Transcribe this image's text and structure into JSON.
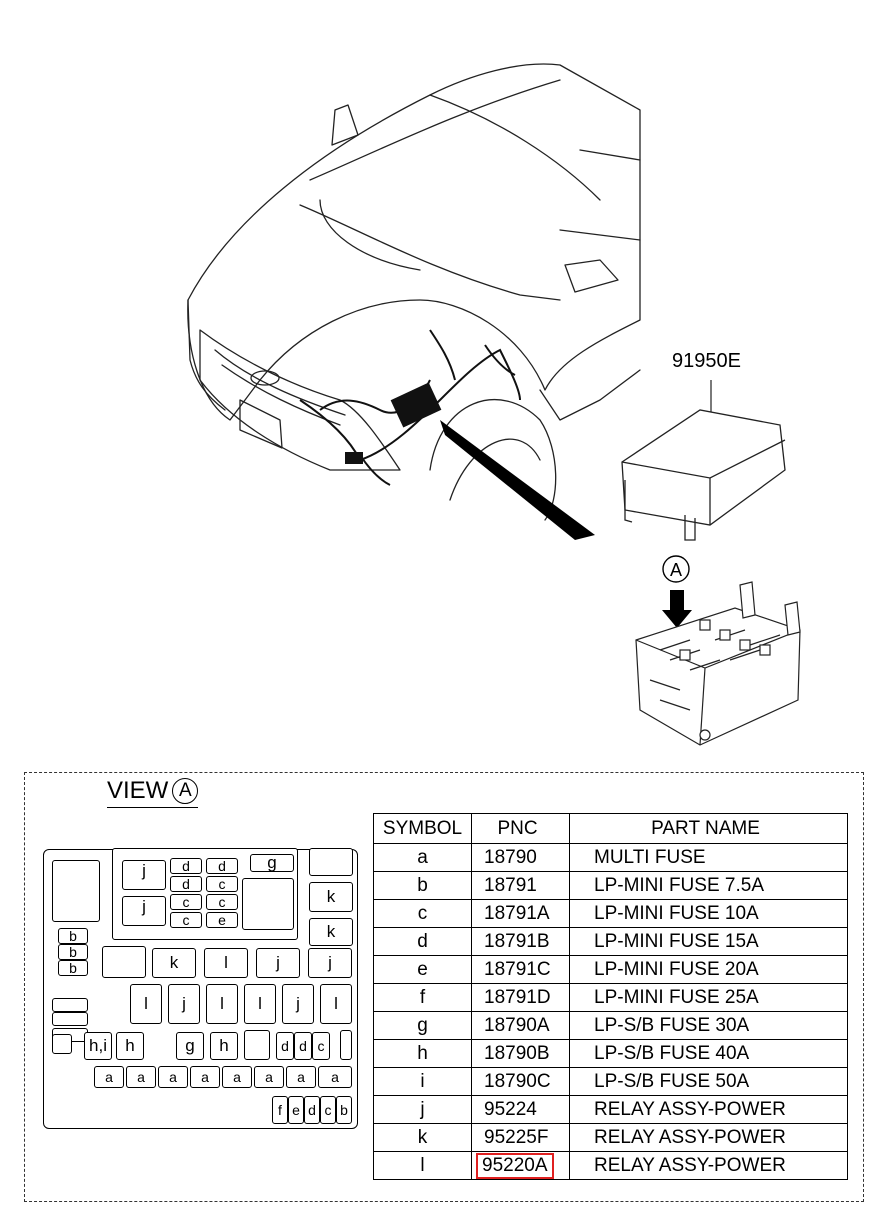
{
  "diagram": {
    "callout_label": "91950E",
    "view_marker": "A"
  },
  "view_panel": {
    "title": "VIEW",
    "marker": "A",
    "fuse_box_cells": [
      {
        "label": "j"
      },
      {
        "label": "j"
      },
      {
        "label": "d"
      },
      {
        "label": "d"
      },
      {
        "label": "d"
      },
      {
        "label": "c"
      },
      {
        "label": "c"
      },
      {
        "label": "c"
      },
      {
        "label": "c"
      },
      {
        "label": "e"
      },
      {
        "label": "g"
      },
      {
        "label": "k"
      },
      {
        "label": "k"
      },
      {
        "label": "b"
      },
      {
        "label": "b"
      },
      {
        "label": "b"
      },
      {
        "label": "k"
      },
      {
        "label": "l"
      },
      {
        "label": "j"
      },
      {
        "label": "j"
      },
      {
        "label": "l"
      },
      {
        "label": "j"
      },
      {
        "label": "l"
      },
      {
        "label": "l"
      },
      {
        "label": "j"
      },
      {
        "label": "l"
      },
      {
        "label": "h,i"
      },
      {
        "label": "h"
      },
      {
        "label": "g"
      },
      {
        "label": "h"
      },
      {
        "label": "d"
      },
      {
        "label": "d"
      },
      {
        "label": "c"
      },
      {
        "label": "a"
      },
      {
        "label": "a"
      },
      {
        "label": "a"
      },
      {
        "label": "a"
      },
      {
        "label": "a"
      },
      {
        "label": "a"
      },
      {
        "label": "a"
      },
      {
        "label": "a"
      },
      {
        "label": "f"
      },
      {
        "label": "e"
      },
      {
        "label": "d"
      },
      {
        "label": "c"
      },
      {
        "label": "b"
      }
    ]
  },
  "parts_table": {
    "headers": {
      "symbol": "SYMBOL",
      "pnc": "PNC",
      "part_name": "PART NAME"
    },
    "rows": [
      {
        "symbol": "a",
        "pnc": "18790",
        "part_name": "MULTI FUSE"
      },
      {
        "symbol": "b",
        "pnc": "18791",
        "part_name": "LP-MINI FUSE 7.5A"
      },
      {
        "symbol": "c",
        "pnc": "18791A",
        "part_name": "LP-MINI FUSE 10A"
      },
      {
        "symbol": "d",
        "pnc": "18791B",
        "part_name": "LP-MINI FUSE 15A"
      },
      {
        "symbol": "e",
        "pnc": "18791C",
        "part_name": "LP-MINI FUSE 20A"
      },
      {
        "symbol": "f",
        "pnc": "18791D",
        "part_name": "LP-MINI FUSE 25A"
      },
      {
        "symbol": "g",
        "pnc": "18790A",
        "part_name": "LP-S/B FUSE 30A"
      },
      {
        "symbol": "h",
        "pnc": "18790B",
        "part_name": "LP-S/B FUSE 40A"
      },
      {
        "symbol": "i",
        "pnc": "18790C",
        "part_name": "LP-S/B FUSE 50A"
      },
      {
        "symbol": "j",
        "pnc": "95224",
        "part_name": "RELAY ASSY-POWER"
      },
      {
        "symbol": "k",
        "pnc": "95225F",
        "part_name": "RELAY ASSY-POWER"
      },
      {
        "symbol": "l",
        "pnc": "95220A",
        "part_name": "RELAY ASSY-POWER"
      }
    ],
    "highlight_color": "#e02020"
  }
}
